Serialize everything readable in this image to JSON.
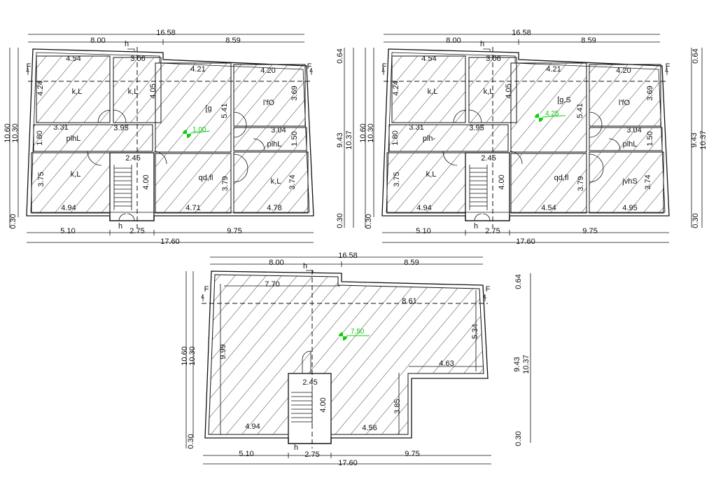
{
  "colors": {
    "line": "#111111",
    "level_marker": "#11cc11",
    "background": "#ffffff"
  },
  "plan_1": {
    "top_total": "16.58",
    "top_left": "8.00",
    "top_right": "8.59",
    "section_mark": "h",
    "section_f": "F",
    "rooms": {
      "a_width": "4.54",
      "a_height": "4.24",
      "a_name": "k,L",
      "b_width": "3.06",
      "b_height": "4.05",
      "b_name": "k,L",
      "c_width": "4.21",
      "c_height": "5.41",
      "c_name": "[g",
      "d_width": "4.20",
      "d_height": "3.69",
      "d_name": "l'fO",
      "corr_w1": "3.31",
      "corr_w2": "3.95",
      "corr_h": "1.80",
      "corr_name": "plhL",
      "e_width": "3.04",
      "e_height": "1.50",
      "e_name": "plhL",
      "stair_w": "2.45",
      "stair_h": "4.00",
      "f_name": "k,L",
      "f_height": "3.75",
      "f_width": "4.94",
      "g_name": "qd,fl",
      "g_height": "3.79",
      "g_width": "4.71",
      "h_name": "k,L",
      "h_height": "3.74",
      "h_width": "4.78"
    },
    "level": "1.00",
    "bottom_a": "5.10",
    "bottom_b": "2.75",
    "bottom_c": "9.75",
    "bottom_total": "17.60",
    "left_total": "10.60",
    "left_inner": "10.30",
    "left_base": "0.30"
  },
  "plan_2": {
    "top_total": "16.58",
    "top_left": "8.00",
    "top_right": "8.59",
    "section_mark": "h",
    "section_f": "F",
    "rooms": {
      "a_width": "4.54",
      "a_height": "4.24",
      "a_name": "k,L",
      "b_width": "3.06",
      "b_height": "4.05",
      "b_name": "k,L",
      "c_width": "4.21",
      "c_height": "5.41",
      "c_name": "[g,S",
      "d_width": "4.20",
      "d_height": "3.69",
      "d_name": "l'fO",
      "corr_w1": "3.31",
      "corr_w2": "3.95",
      "corr_h": "1.80",
      "corr_name": "plh-",
      "e_width": "3.04",
      "e_height": "1.50",
      "e_name": "plhL",
      "stair_w": "2.45",
      "stair_h": "4.00",
      "f_name": "k,L",
      "f_height": "3.75",
      "f_width": "4.94",
      "g_name": "qd,fl",
      "g_height": "3.79",
      "g_width": "4.54",
      "h_name": "jvhS",
      "h_height": "3.74",
      "h_width": "4.95"
    },
    "level": "4.25",
    "bottom_a": "5.10",
    "bottom_b": "2.75",
    "bottom_c": "9.75",
    "bottom_total": "17.60",
    "left_total": "10.60",
    "left_inner": "10.30",
    "left_base": "0.30",
    "side_top": "0.64",
    "side_mid": "9.43",
    "side_total": "10.37",
    "side_base": "0.30"
  },
  "plan_1_right_dims": {
    "side_top": "0.64",
    "side_mid": "9.43",
    "side_total": "10.37",
    "side_base": "0.30"
  },
  "plan_3": {
    "top_total": "16.58",
    "top_left": "8.00",
    "top_right": "8.59",
    "section_mark": "h",
    "section_f": "F",
    "top_inner_left": "7.70",
    "top_inner_right": "8.61",
    "left_height": "9.99",
    "right_height": "5.34",
    "notch_width": "4.63",
    "notch_height": "3.85",
    "stair_w": "2.45",
    "stair_h": "4.00",
    "bottom_inner_left": "4.94",
    "bottom_inner_right": "4.56",
    "level": "7.50",
    "bottom_a": "5.10",
    "bottom_b": "2.75",
    "bottom_c": "9.75",
    "bottom_total": "17.60",
    "left_total": "10.60",
    "left_inner": "10.30",
    "left_base": "0.30",
    "side_top": "0.64",
    "side_mid": "9.43",
    "side_total": "10.37",
    "side_base": "0.30"
  }
}
